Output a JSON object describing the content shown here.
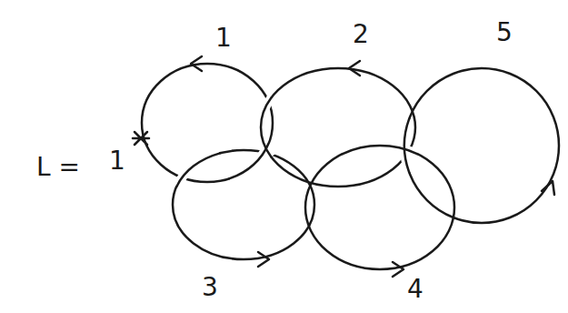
{
  "diagram": {
    "labels": [
      "L =",
      "1",
      "2",
      "5",
      "3",
      "4",
      "1"
    ]
  }
}
